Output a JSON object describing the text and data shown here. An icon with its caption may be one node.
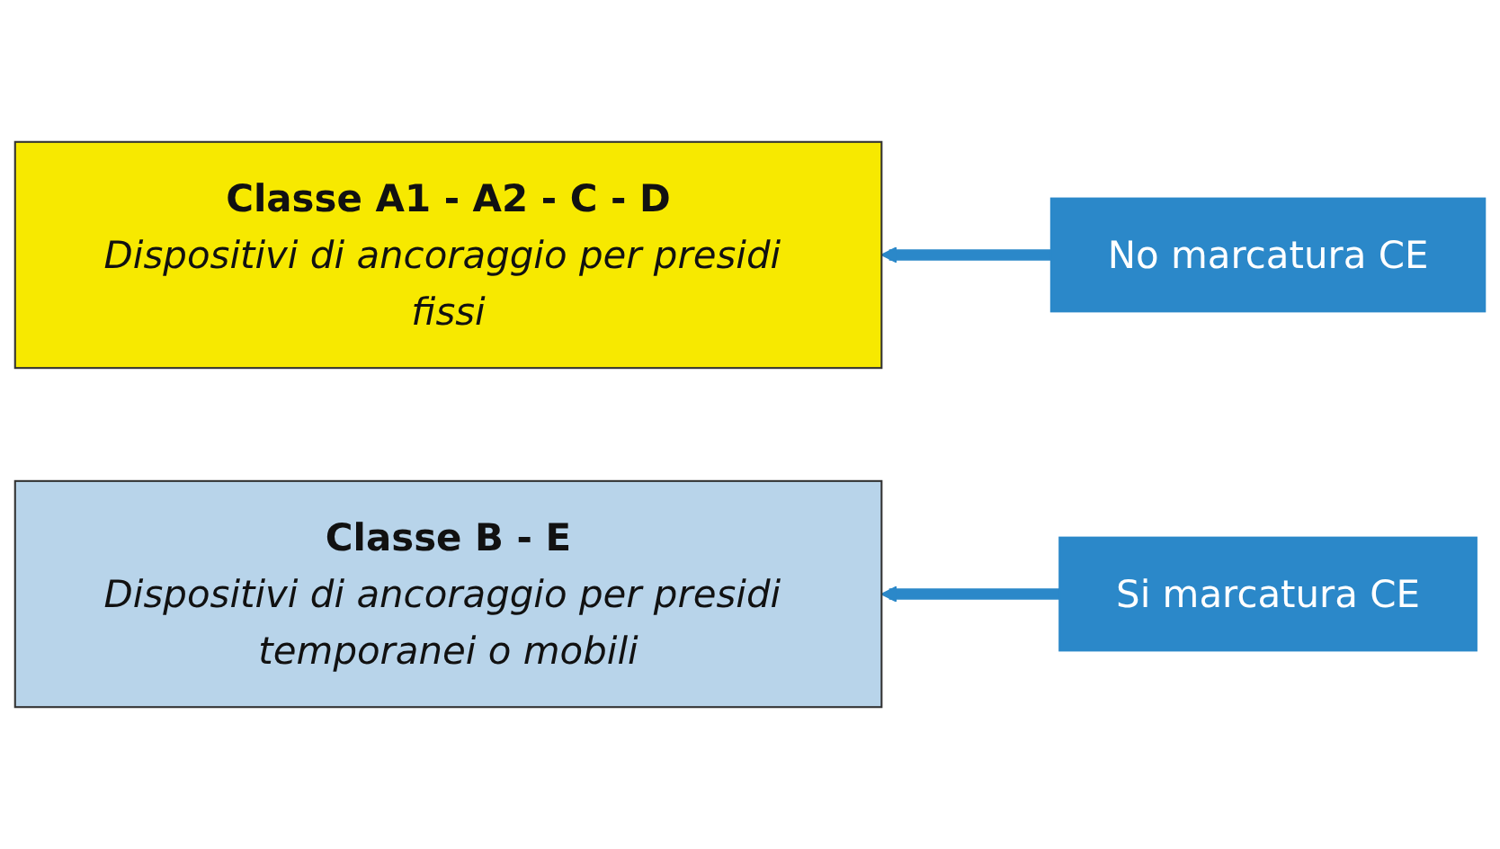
{
  "diagram": {
    "nodes": [
      {
        "text": [
          "Classe A1 - A2 - C - D",
          "Dispositivi di ancoraggio per presidi fissi"
        ]
      },
      {
        "text": [
          "No marcatura CE"
        ]
      },
      {
        "text": [
          "Classe B - E",
          "Dispositivi di ancoraggio per presidi temporanei o mobili"
        ]
      },
      {
        "text": [
          "Si marcatura CE"
        ]
      }
    ],
    "edges": [
      {
        "from": 1,
        "to": 0,
        "arrow": "to"
      },
      {
        "from": 3,
        "to": 2,
        "arrow": "to"
      }
    ]
  }
}
